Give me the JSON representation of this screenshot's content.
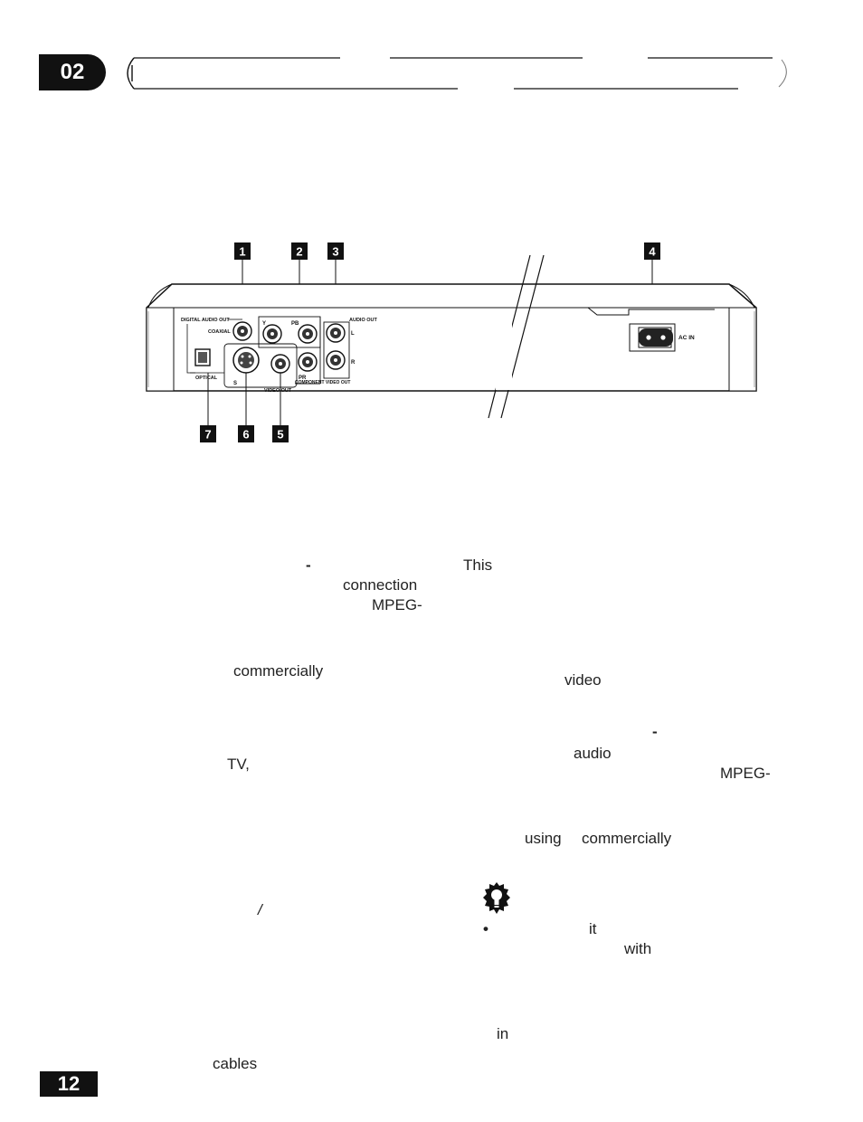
{
  "header": {
    "chapter_number": "02"
  },
  "diagram": {
    "callouts_top": [
      "1",
      "2",
      "3",
      "4"
    ],
    "callouts_bottom": [
      "7",
      "6",
      "5"
    ],
    "labels": {
      "digital_audio_out": "DIGITAL AUDIO OUT",
      "coaxial": "COAXIAL",
      "optical": "OPTICAL",
      "y": "Y",
      "pb": "PB",
      "pr": "PR",
      "s": "S",
      "video_out": "VIDEO OUT",
      "audio_out": "AUDIO OUT",
      "l": "L",
      "r": "R",
      "component_video_out": "COMPONENT VIDEO OUT",
      "ac_in": "AC IN"
    }
  },
  "text_fragments": {
    "dash1": "-",
    "this": "This",
    "connection": "connection",
    "mpeg1": "MPEG-",
    "commercially1": "commercially",
    "video": "video",
    "dash2": "-",
    "tv": "TV,",
    "audio": "audio",
    "mpeg2": "MPEG-",
    "using": "using",
    "commercially2": "commercially",
    "slash": "/",
    "bullet": "•",
    "it": "it",
    "with": "with",
    "in": "in",
    "cables": "cables"
  },
  "icons": {
    "tip": "lightbulb-icon"
  },
  "footer": {
    "page_number": "12"
  }
}
